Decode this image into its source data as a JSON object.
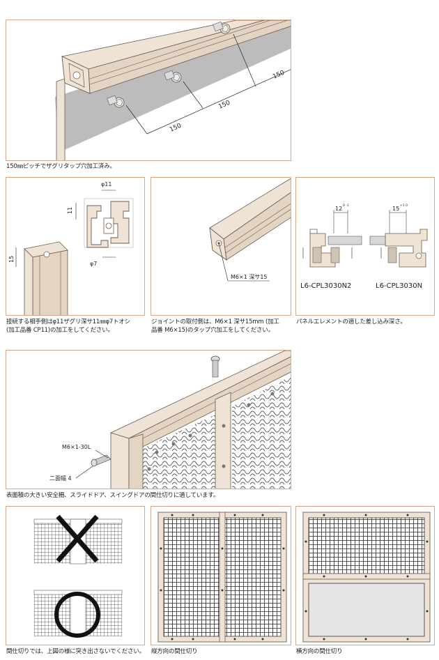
{
  "fig1": {
    "dims": [
      "150",
      "150",
      "150"
    ],
    "caption": "150㎜ピッチでザグリタップ穴加工済み。"
  },
  "fig2": {
    "dim_phi11": "φ11",
    "dim_11": "11",
    "dim_phi7": "φ7",
    "dim_15": "15",
    "caption_line1": "接続する相手側はφ11ザグリ深サ11㎜φ7トオシ",
    "caption_line2": "(加工品番 CP11)の加工をしてください。"
  },
  "fig3": {
    "callout": "M6×1 深サ15",
    "caption_line1": "ジョイントの取付側は、M6×1 深サ15mm (加工",
    "caption_line2": "品番 M6×15)のタップ穴加工をしてください。"
  },
  "fig4": {
    "dim_left": "12",
    "dim_left_tol": "0 -1",
    "dim_right": "15",
    "dim_right_tol": "+1 0",
    "label_left": "L6-CPL3030N2",
    "label_right": "L6-CPL3030N",
    "caption": "パネルエレメントの適した差し込み深さ。"
  },
  "fig5": {
    "callout_bolt": "M6×1-30L",
    "callout_width": "二面幅 4",
    "caption": "表面積の大きい安全柵、スライドドア、スイングドアの間仕切りに適しています。"
  },
  "fig6": {
    "caption": "間仕切りでは、上図の様に突き出さないでください。"
  },
  "fig7": {
    "caption": "縦方向の間仕切り"
  },
  "fig8": {
    "caption": "横方向の間仕切り"
  },
  "colors": {
    "frame_border": "#d9a98a",
    "profile_fill": "#efe3d6",
    "profile_stroke": "#6b5a4c",
    "wall_gray": "#b9b9b9"
  }
}
